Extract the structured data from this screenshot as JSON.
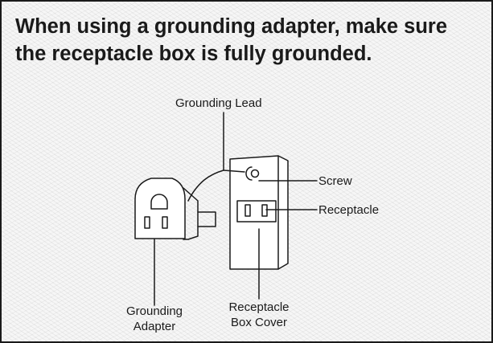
{
  "heading": {
    "line1": "When using a grounding adapter, make sure",
    "line2": "the receptacle box is fully grounded."
  },
  "labels": {
    "grounding_lead": "Grounding Lead",
    "screw": "Screw",
    "receptacle": "Receptacle",
    "grounding_adapter_line1": "Grounding",
    "grounding_adapter_line2": "Adapter",
    "box_cover_line1": "Receptacle",
    "box_cover_line2": "Box Cover"
  }
}
